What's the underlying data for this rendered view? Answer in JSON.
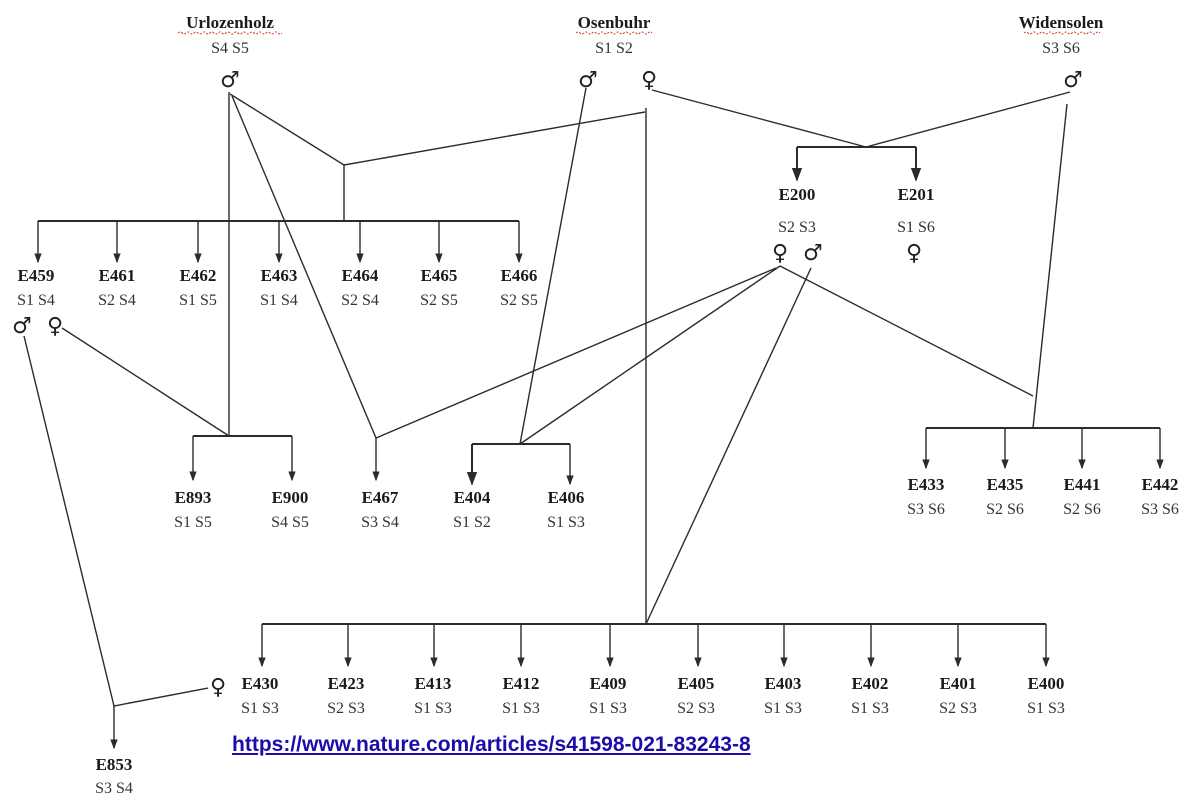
{
  "founders": [
    {
      "name": "Urlozenholz",
      "genotype": "S4 S5"
    },
    {
      "name": "Osenbuhr",
      "genotype": "S1 S2"
    },
    {
      "name": "Widensolen",
      "genotype": "S3 S6"
    }
  ],
  "individuals": [
    {
      "id": "E459",
      "genotype": "S1 S4"
    },
    {
      "id": "E461",
      "genotype": "S2 S4"
    },
    {
      "id": "E462",
      "genotype": "S1 S5"
    },
    {
      "id": "E463",
      "genotype": "S1 S4"
    },
    {
      "id": "E464",
      "genotype": "S2 S4"
    },
    {
      "id": "E465",
      "genotype": "S2 S5"
    },
    {
      "id": "E466",
      "genotype": "S2 S5"
    },
    {
      "id": "E200",
      "genotype": "S2 S3"
    },
    {
      "id": "E201",
      "genotype": "S1 S6"
    },
    {
      "id": "E893",
      "genotype": "S1 S5"
    },
    {
      "id": "E900",
      "genotype": "S4 S5"
    },
    {
      "id": "E467",
      "genotype": "S3 S4"
    },
    {
      "id": "E404",
      "genotype": "S1 S2"
    },
    {
      "id": "E406",
      "genotype": "S1 S3"
    },
    {
      "id": "E433",
      "genotype": "S3 S6"
    },
    {
      "id": "E435",
      "genotype": "S2 S6"
    },
    {
      "id": "E441",
      "genotype": "S2 S6"
    },
    {
      "id": "E442",
      "genotype": "S3 S6"
    },
    {
      "id": "E430",
      "genotype": "S1 S3"
    },
    {
      "id": "E423",
      "genotype": "S2 S3"
    },
    {
      "id": "E413",
      "genotype": "S1 S3"
    },
    {
      "id": "E412",
      "genotype": "S1 S3"
    },
    {
      "id": "E409",
      "genotype": "S1 S3"
    },
    {
      "id": "E405",
      "genotype": "S2 S3"
    },
    {
      "id": "E403",
      "genotype": "S1 S3"
    },
    {
      "id": "E402",
      "genotype": "S1 S3"
    },
    {
      "id": "E401",
      "genotype": "S2 S3"
    },
    {
      "id": "E400",
      "genotype": "S1 S3"
    },
    {
      "id": "E853",
      "genotype": "S3 S4"
    }
  ],
  "symbols": {
    "male": "♂",
    "female": "♀"
  },
  "source_link": "https://www.nature.com/articles/s41598-021-83243-8",
  "colors": {
    "line": "#2b2b2b",
    "link": "#1a0dab",
    "spellcheck": "#d93025"
  }
}
